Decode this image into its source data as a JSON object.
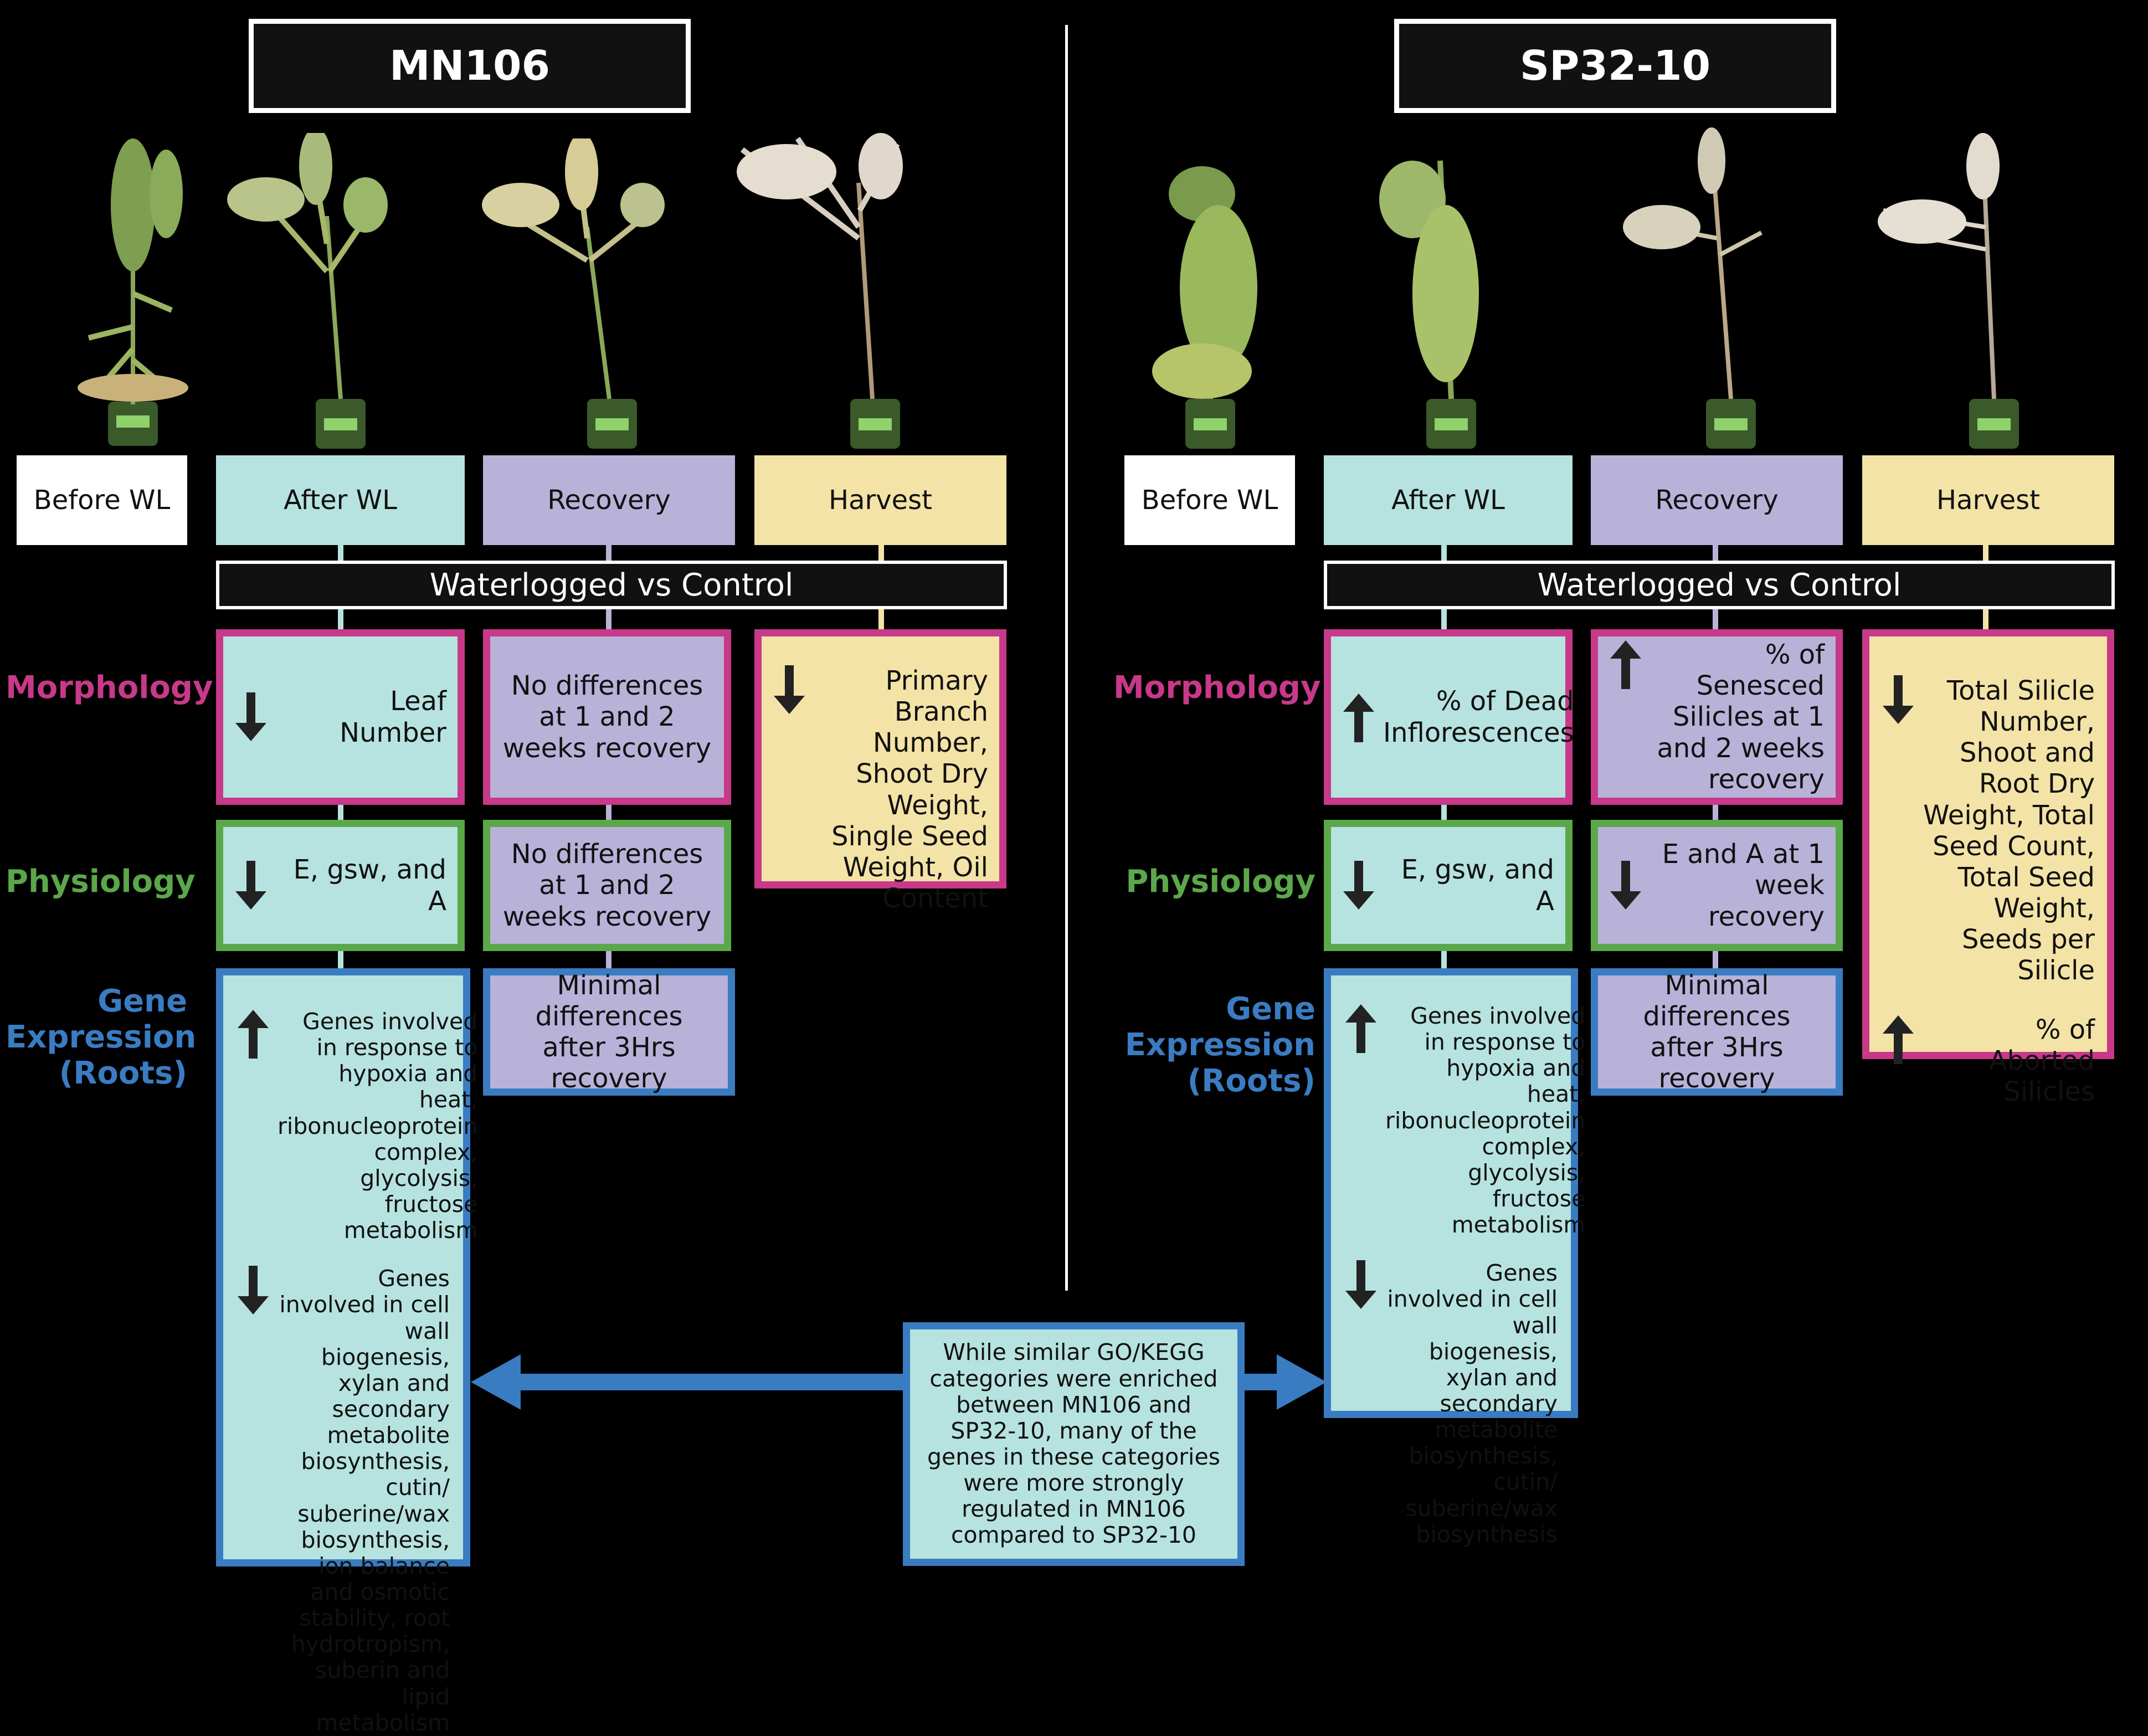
{
  "left": {
    "title": "MN106",
    "stages": [
      "Before WL",
      "After WL",
      "Recovery",
      "Harvest"
    ],
    "comparison": "Waterlogged vs Control",
    "morphology": {
      "after_wl": "Leaf Number",
      "recovery": "No differences at 1 and 2 weeks recovery",
      "harvest": "Primary Branch Number, Shoot Dry Weight, Single Seed Weight, Oil Content"
    },
    "physiology": {
      "after_wl": "E, gsw, and A",
      "recovery": "No differences at 1 and 2 weeks recovery"
    },
    "gene_expression": {
      "after_wl_up": "Genes involved in response to hypoxia and heat, ribonucleoprotein complex, glycolysis, fructose metabolism",
      "after_wl_down": "Genes involved in cell wall biogenesis, xylan and secondary metabolite biosynthesis, cutin/ suberine/wax biosynthesis, ion balance and osmotic stability, root hydrotropism, suberin and lipid metabolism",
      "recovery": "Minimal differences after 3Hrs recovery"
    }
  },
  "right": {
    "title": "SP32-10",
    "stages": [
      "Before WL",
      "After WL",
      "Recovery",
      "Harvest"
    ],
    "comparison": "Waterlogged vs Control",
    "morphology": {
      "after_wl": "% of Dead Inflorescences",
      "recovery": "% of Senesced Silicles at 1 and 2 weeks recovery",
      "harvest_down": "Total Silicle Number, Shoot and Root Dry Weight, Total Seed Count, Total Seed Weight, Seeds per Silicle",
      "harvest_up": "% of Aborted Silicles"
    },
    "physiology": {
      "after_wl": "E, gsw, and A",
      "recovery": "E and A at 1 week recovery"
    },
    "gene_expression": {
      "after_wl_up": "Genes involved in response to hypoxia and heat, ribonucleoprotein complex, glycolysis, fructose metabolism",
      "after_wl_down": "Genes involved in cell wall biogenesis, xylan and secondary metabolite biosynthesis, cutin/ suberine/wax biosynthesis",
      "recovery": "Minimal differences after 3Hrs recovery"
    }
  },
  "row_labels": {
    "morphology": "Morphology",
    "physiology": "Physiology",
    "gene_expression": "Gene Expression (Roots)"
  },
  "comparison_note": "While similar GO/KEGG categories were enriched between MN106 and SP32-10, many of the genes in these categories were more strongly regulated in MN106 compared to SP32-10",
  "colors": {
    "morphology": "#c8398a",
    "physiology": "#5ba84a",
    "gene_expression": "#3a7cc2",
    "after_wl": "#b6e3df",
    "recovery": "#b8b2d9",
    "harvest": "#f4e3a6"
  }
}
